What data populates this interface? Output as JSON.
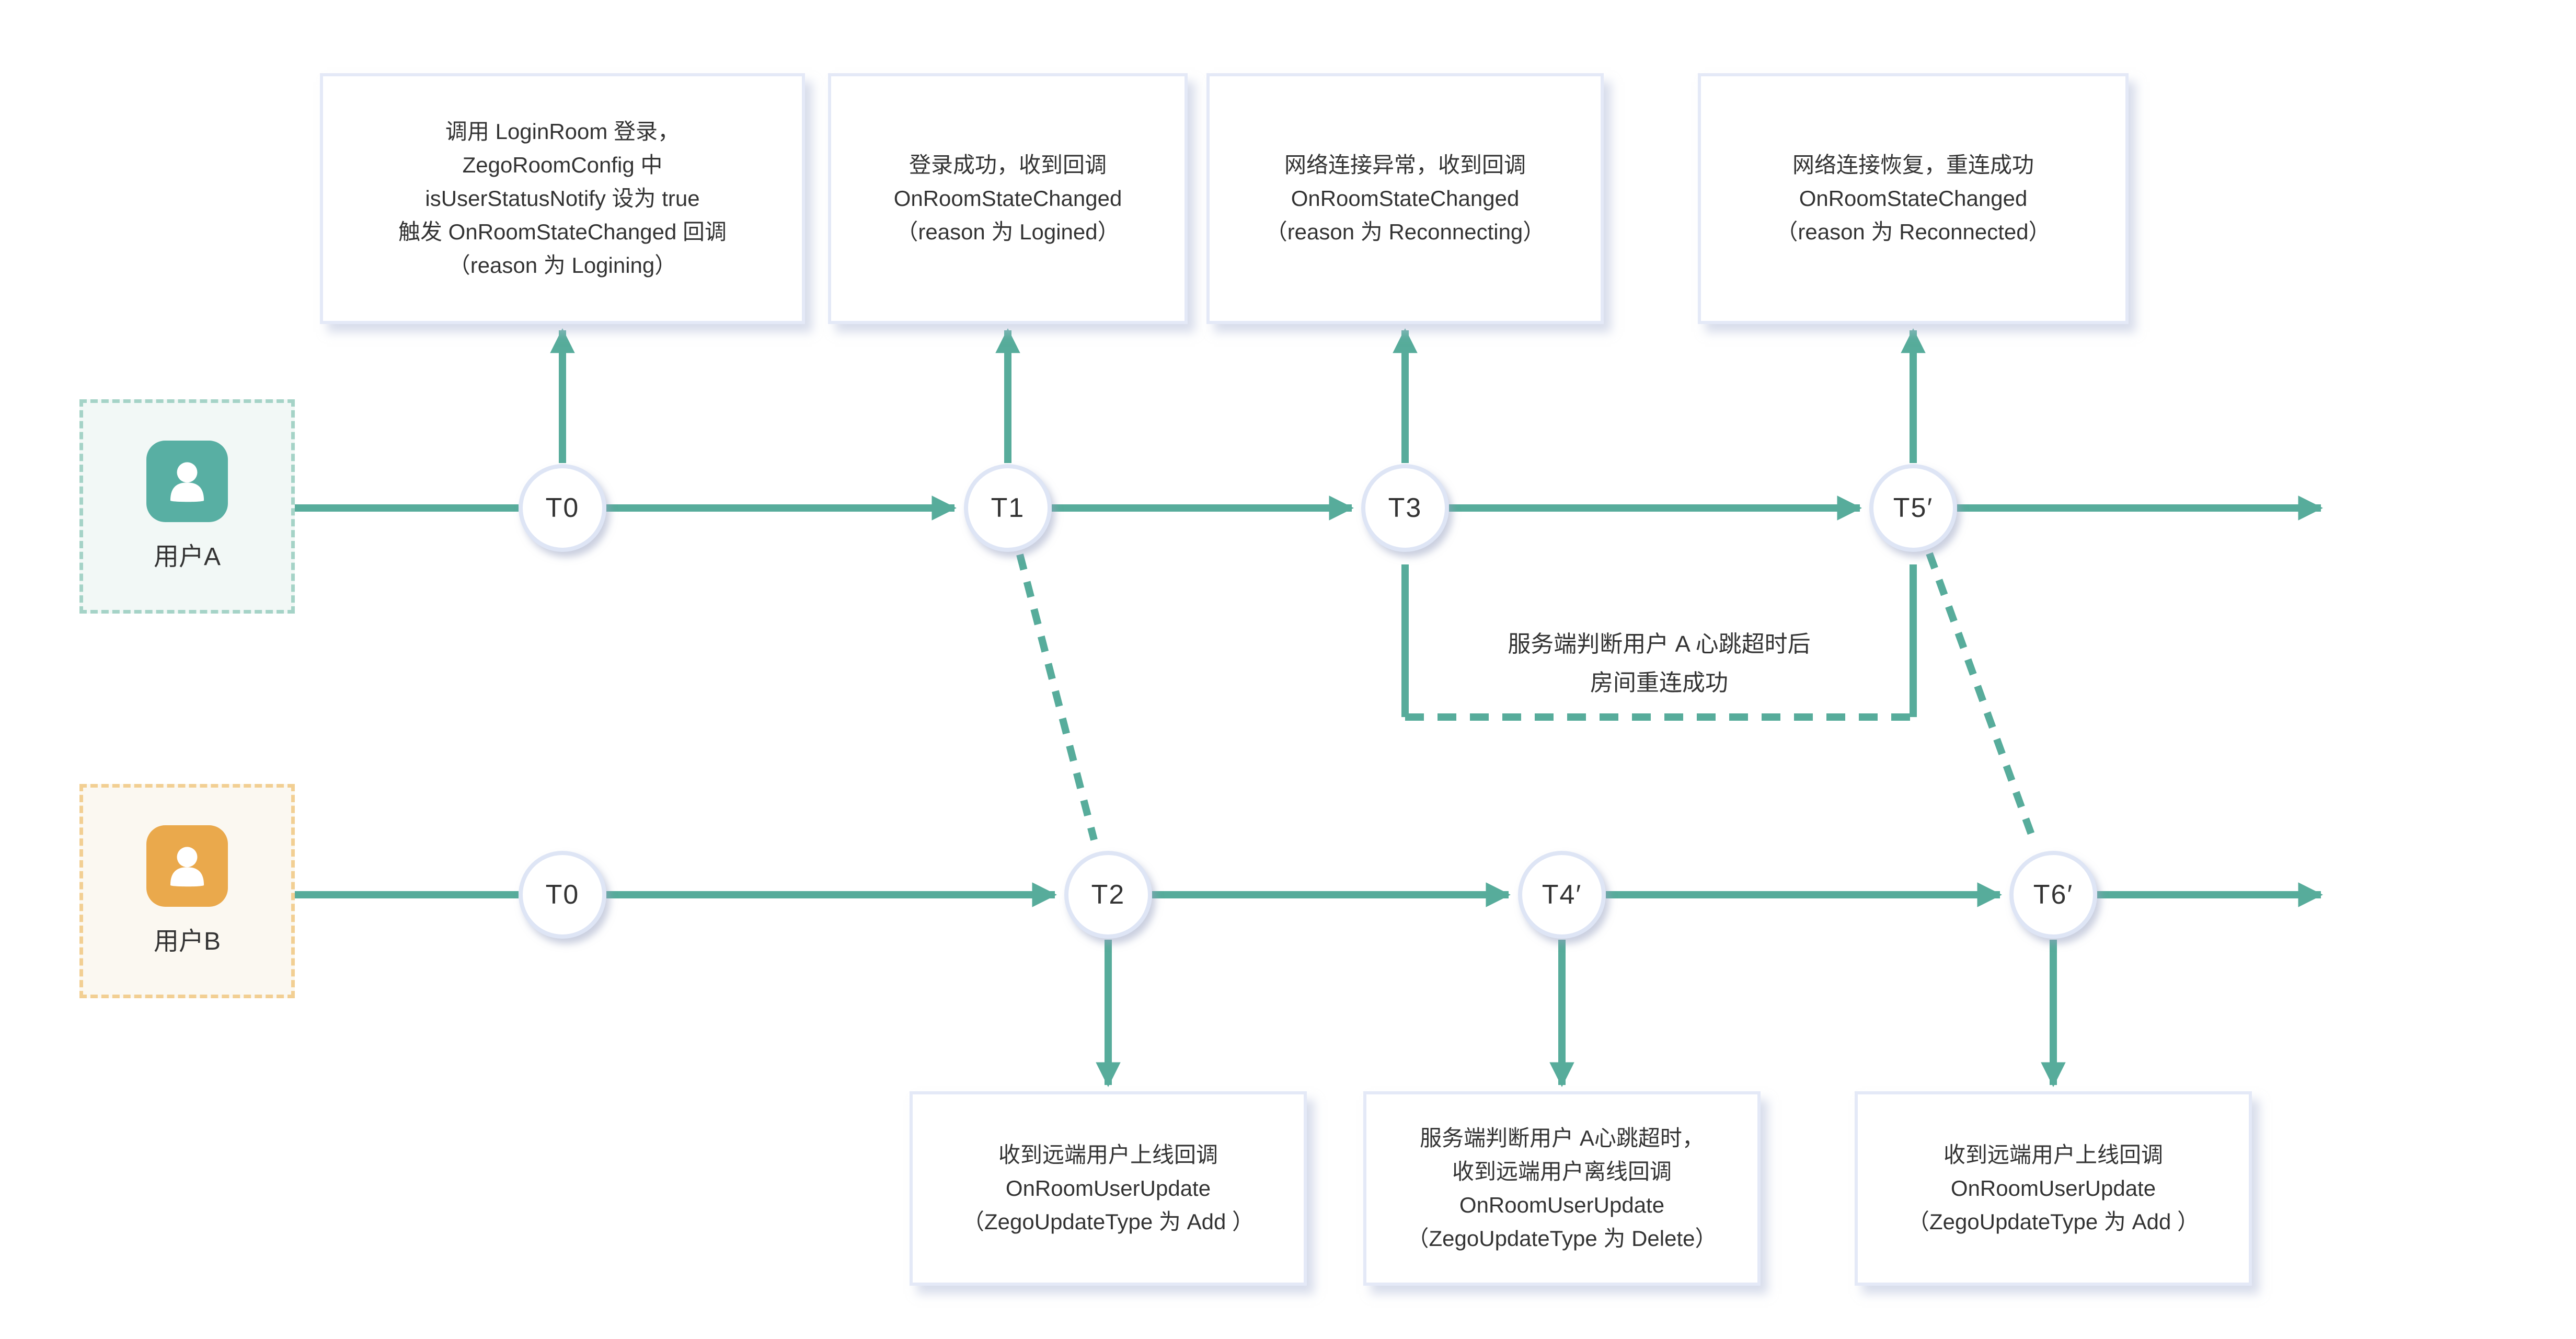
{
  "users": [
    {
      "label": "用户A"
    },
    {
      "label": "用户B"
    }
  ],
  "timelines": {
    "a": {
      "nodes": [
        {
          "label": "T0"
        },
        {
          "label": "T1"
        },
        {
          "label": "T3"
        },
        {
          "label": "T5′"
        }
      ]
    },
    "b": {
      "nodes": [
        {
          "label": "T0"
        },
        {
          "label": "T2"
        },
        {
          "label": "T4′"
        },
        {
          "label": "T6′"
        }
      ]
    }
  },
  "callouts_top": [
    {
      "lines": [
        "调用 LoginRoom 登录，",
        "ZegoRoomConfig 中",
        "isUserStatusNotify 设为 true",
        "触发 OnRoomStateChanged 回调",
        "（reason 为 Logining）"
      ]
    },
    {
      "lines": [
        "登录成功，收到回调",
        "OnRoomStateChanged",
        "（reason 为 Logined）"
      ]
    },
    {
      "lines": [
        "网络连接异常，收到回调",
        "OnRoomStateChanged",
        "（reason 为 Reconnecting）"
      ]
    },
    {
      "lines": [
        "网络连接恢复，重连成功",
        "OnRoomStateChanged",
        "（reason 为 Reconnected）"
      ]
    }
  ],
  "callouts_bottom": [
    {
      "lines": [
        "收到远端用户上线回调",
        "OnRoomUserUpdate",
        "（ZegoUpdateType 为 Add ）"
      ]
    },
    {
      "lines": [
        "服务端判断用户 A心跳超时，",
        "收到远端用户离线回调",
        "OnRoomUserUpdate",
        "（ZegoUpdateType 为 Delete）"
      ]
    },
    {
      "lines": [
        "收到远端用户上线回调",
        "OnRoomUserUpdate",
        "（ZegoUpdateType 为 Add ）"
      ]
    }
  ],
  "bracket_note": {
    "lines": [
      "服务端判断用户 A 心跳超时后",
      "房间重连成功"
    ]
  },
  "colors": {
    "timeline": "#57AC9B",
    "node_border": "#DEE5F5",
    "callout_border": "#E4E9F7",
    "text": "#333333",
    "user_a_accent": "#58AFA3",
    "user_a_border": "#A5D3C7",
    "user_a_bg": "#F2F8F6",
    "user_b_accent": "#EAA94C",
    "user_b_border": "#F2CF93",
    "user_b_bg": "#FBF8F1"
  }
}
